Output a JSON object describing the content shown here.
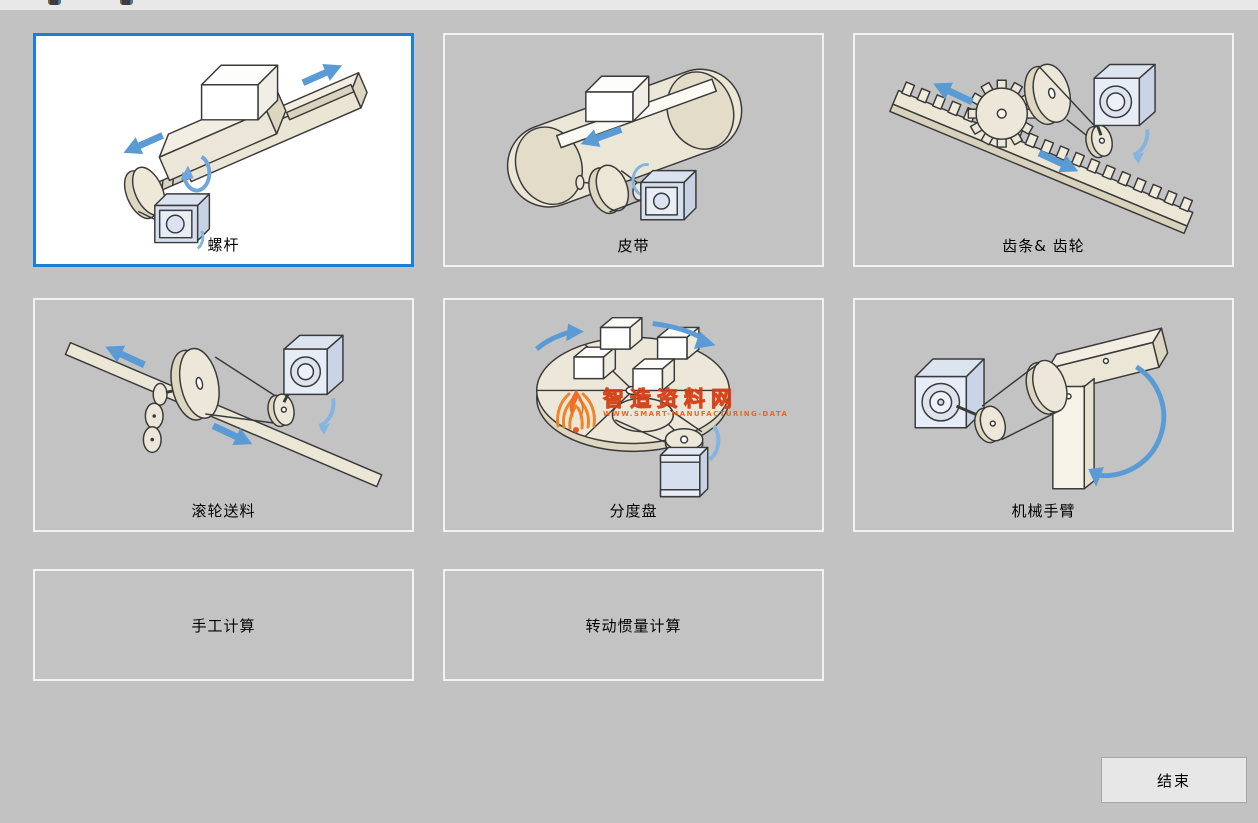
{
  "window": {
    "background": "#c2c2c2",
    "top_strip_color": "#e8e8e8"
  },
  "tiles": [
    {
      "id": "screw",
      "label": "螺杆",
      "selected": true,
      "type": "illustrated"
    },
    {
      "id": "belt",
      "label": "皮带",
      "selected": false,
      "type": "illustrated"
    },
    {
      "id": "rack-pinion",
      "label": "齿条& 齿轮",
      "selected": false,
      "type": "illustrated"
    },
    {
      "id": "roller-feed",
      "label": "滚轮送料",
      "selected": false,
      "type": "illustrated"
    },
    {
      "id": "index-table",
      "label": "分度盘",
      "selected": false,
      "type": "illustrated"
    },
    {
      "id": "robot-arm",
      "label": "机械手臂",
      "selected": false,
      "type": "illustrated"
    },
    {
      "id": "manual-calc",
      "label": "手工计算",
      "selected": false,
      "type": "text"
    },
    {
      "id": "inertia-calc",
      "label": "转动惯量计算",
      "selected": false,
      "type": "text"
    }
  ],
  "watermark": {
    "title": "智造资料网",
    "subtitle": "WWW.SMART-MANUFACTURING-DATA"
  },
  "footer": {
    "end_label": "结束"
  },
  "colors": {
    "selected_border": "#1b7edb",
    "tile_border": "#f2f2f2",
    "arrow_blue": "#5b9bd5",
    "curl_blue": "#86b4e2",
    "machine_cream": "#ebe6d6",
    "motor_blue": "#d6dfee",
    "watermark_orange": "#ff8a3c"
  }
}
